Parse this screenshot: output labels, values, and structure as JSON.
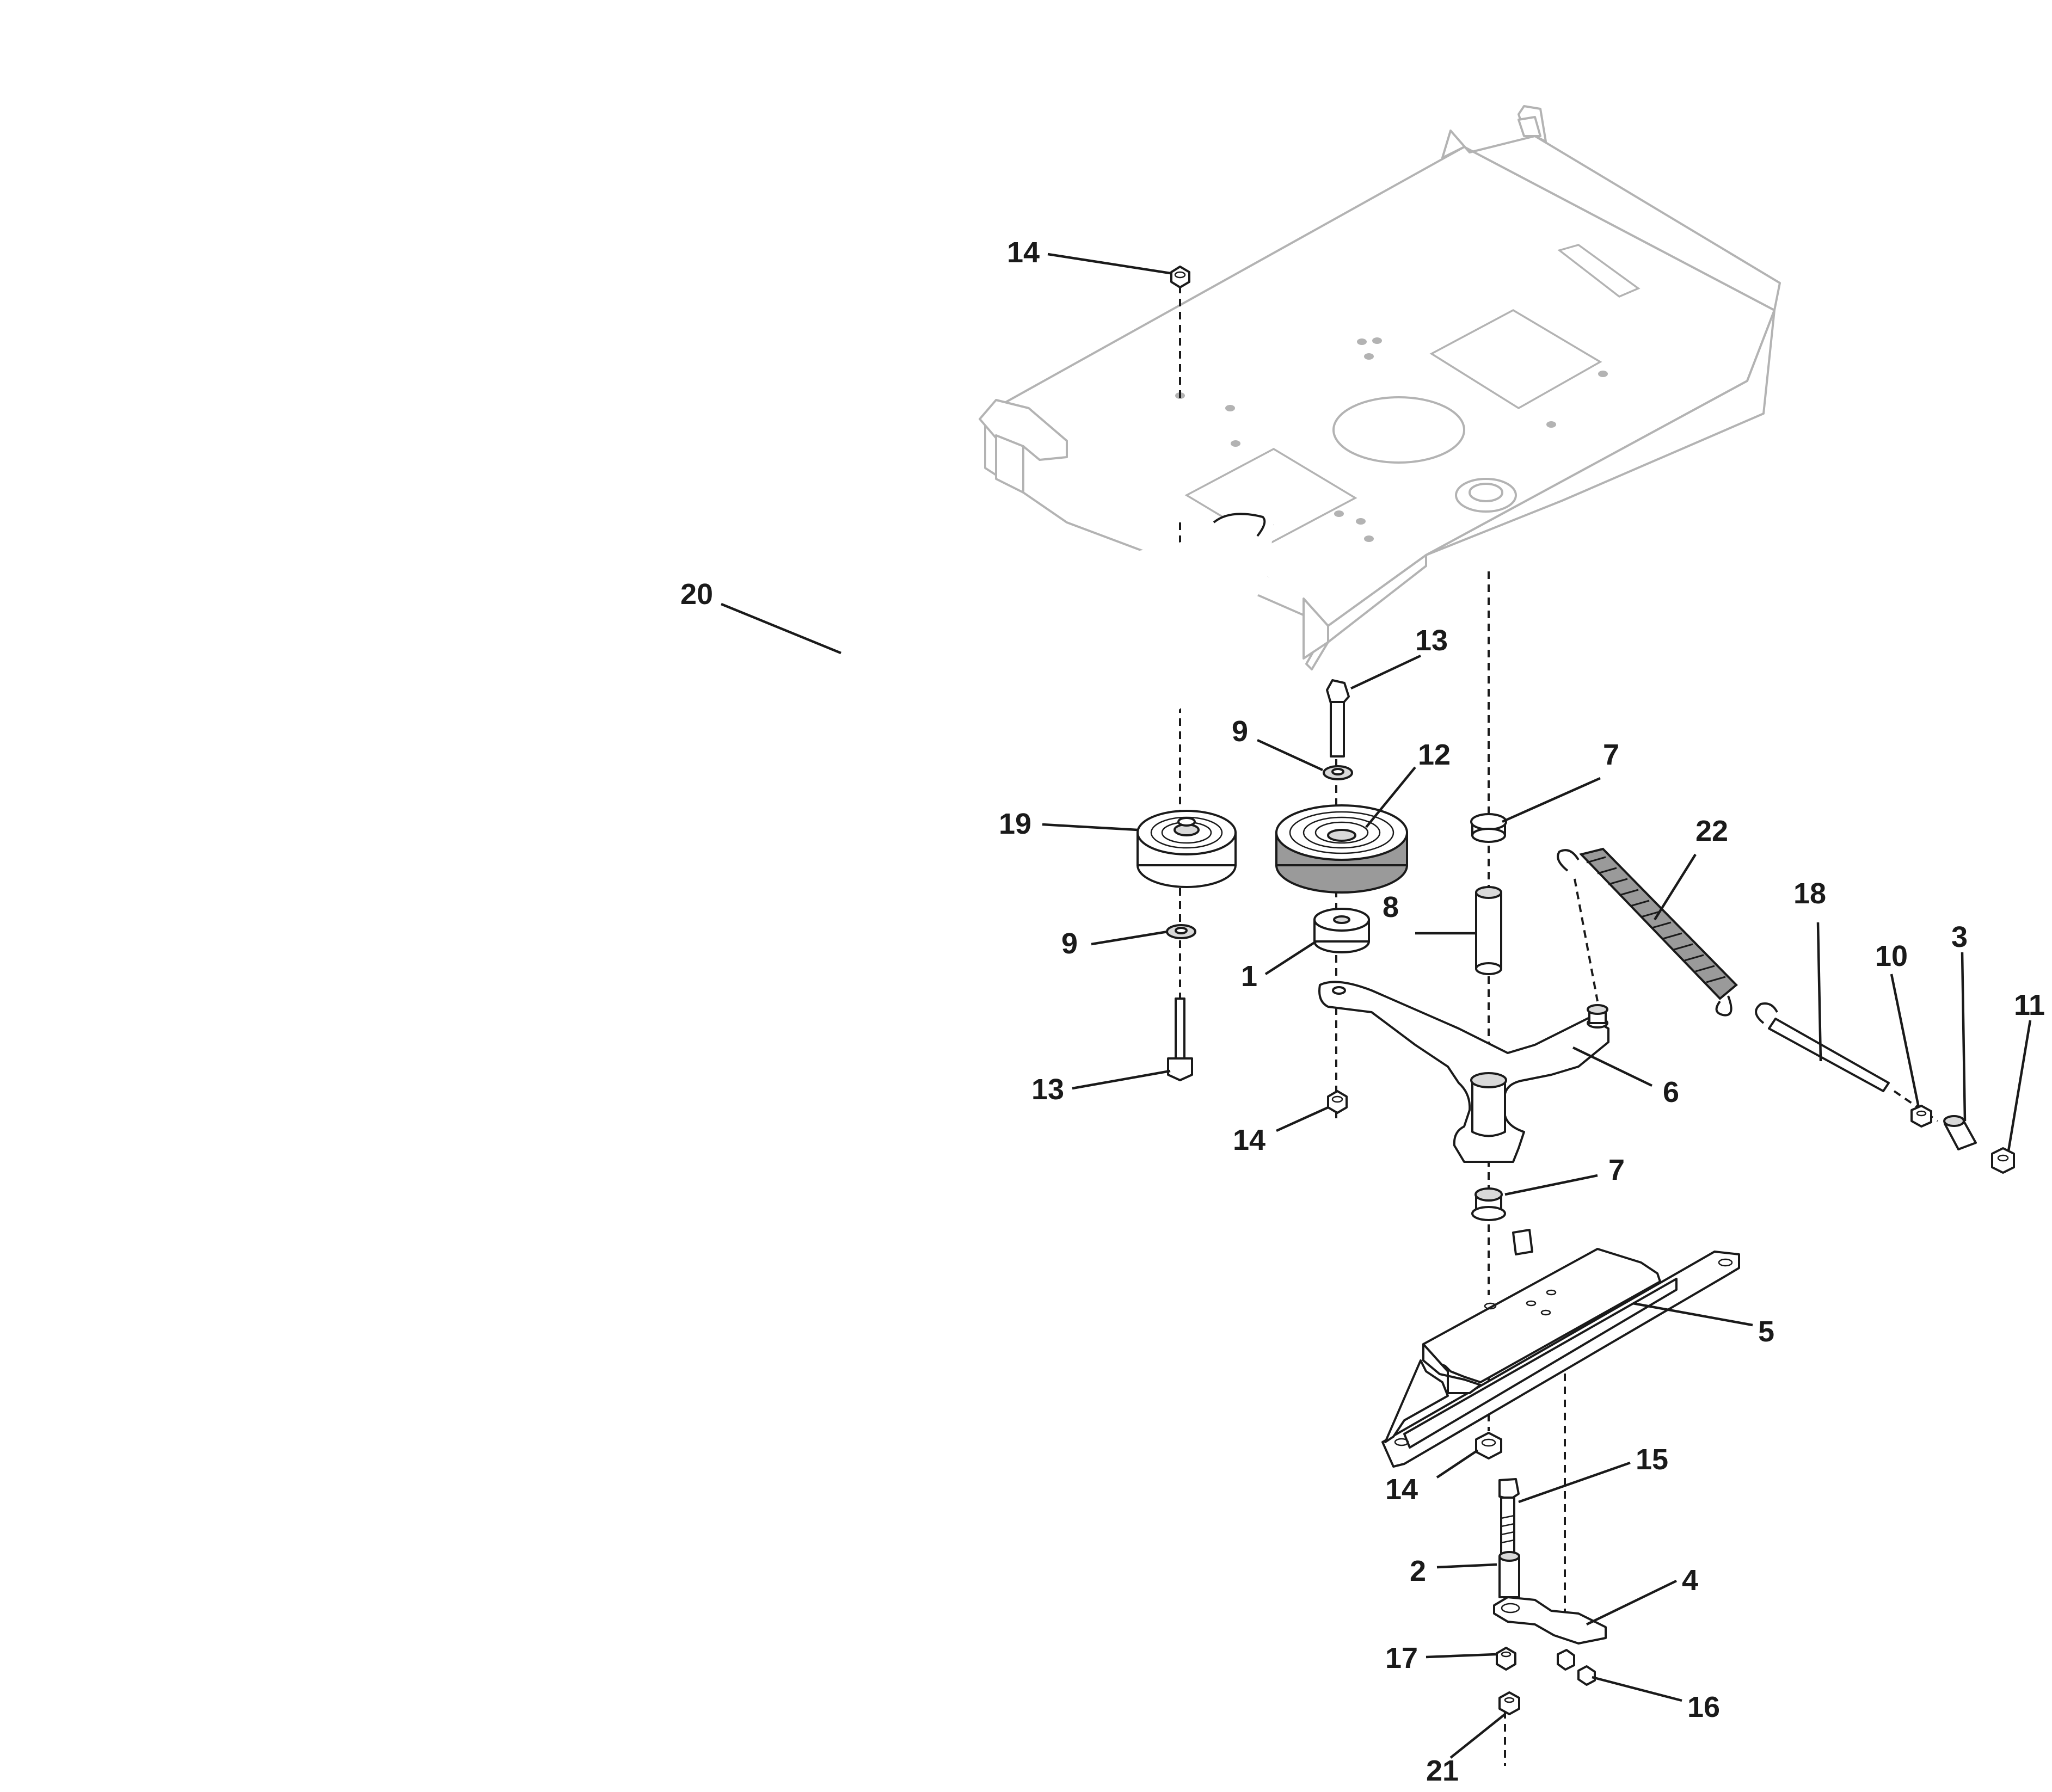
{
  "diagram": {
    "callouts": [
      {
        "id": "c14a",
        "label": "14"
      },
      {
        "id": "c20",
        "label": "20"
      },
      {
        "id": "c13a",
        "label": "13"
      },
      {
        "id": "c9a",
        "label": "9"
      },
      {
        "id": "c12",
        "label": "12"
      },
      {
        "id": "c7a",
        "label": "7"
      },
      {
        "id": "c22",
        "label": "22"
      },
      {
        "id": "c19",
        "label": "19"
      },
      {
        "id": "c8",
        "label": "8"
      },
      {
        "id": "c18",
        "label": "18"
      },
      {
        "id": "c10",
        "label": "10"
      },
      {
        "id": "c3",
        "label": "3"
      },
      {
        "id": "c11",
        "label": "11"
      },
      {
        "id": "c9b",
        "label": "9"
      },
      {
        "id": "c1",
        "label": "1"
      },
      {
        "id": "c6",
        "label": "6"
      },
      {
        "id": "c13b",
        "label": "13"
      },
      {
        "id": "c14b",
        "label": "14"
      },
      {
        "id": "c7b",
        "label": "7"
      },
      {
        "id": "c5",
        "label": "5"
      },
      {
        "id": "c14c",
        "label": "14"
      },
      {
        "id": "c15",
        "label": "15"
      },
      {
        "id": "c2",
        "label": "2"
      },
      {
        "id": "c4",
        "label": "4"
      },
      {
        "id": "c17",
        "label": "17"
      },
      {
        "id": "c16",
        "label": "16"
      },
      {
        "id": "c21",
        "label": "21"
      }
    ]
  }
}
